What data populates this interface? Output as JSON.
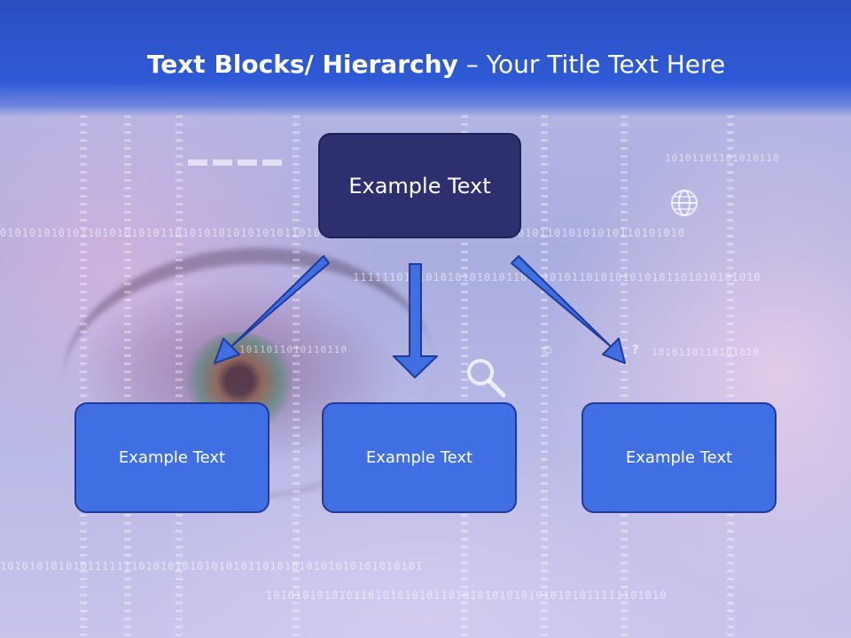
{
  "title": {
    "bold": "Text Blocks/ Hierarchy",
    "dash": " – ",
    "rest": "Your Title Text Here"
  },
  "diagram": {
    "top_box": "Example Text",
    "children": [
      "Example Text",
      "Example Text",
      "Example Text"
    ]
  },
  "background": {
    "binary_lines": [
      "0101010101011010101010110101010101010101101010110101010101010110101010101011010101010110101010",
      "11111101010101010101011010101011010101010101101010101010",
      "1011011010110110",
      "1010110110101010",
      "1010101010101111111010101010101010110101010101010101010101",
      "1010101010101101010101011010101010101010101011111101010"
    ],
    "binary_small": "10101101101010110"
  },
  "colors": {
    "header": "#2f5ad6",
    "top_box": "#2e2f6e",
    "child_box": "#3f6fe3",
    "arrow": "#3f6fe3"
  },
  "icons": [
    "search-icon",
    "globe-icon",
    "copyright-icon",
    "question-icon"
  ]
}
